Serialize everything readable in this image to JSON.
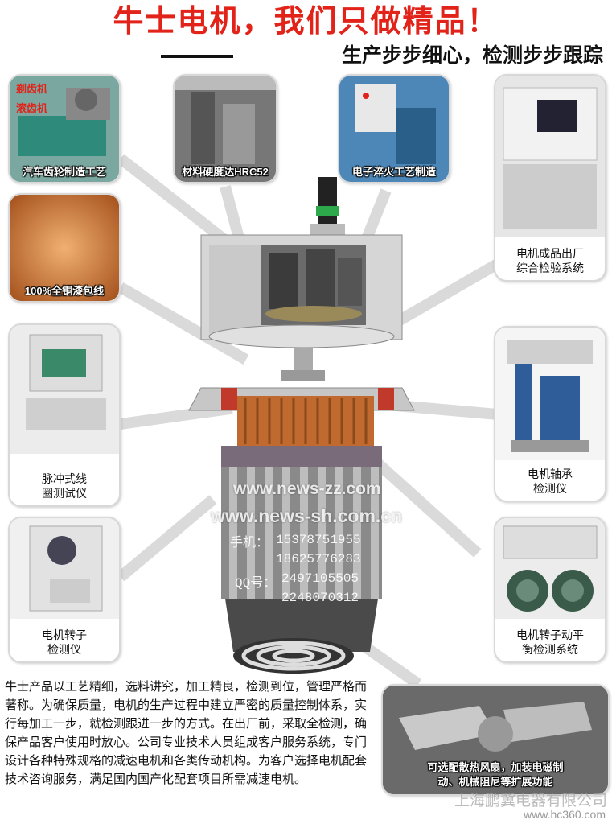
{
  "header": {
    "title": "牛士电机，我们只做精品！",
    "subtitle": "生产步步细心，检测步步跟踪"
  },
  "features": {
    "shaving": "剃齿机",
    "hobbing": "滚齿机",
    "gear_process": "汽车齿轮制造工艺",
    "hardness": "材料硬度达HRC52",
    "quench": "电子淬火工艺制造",
    "copper": "100%全铜漆包线",
    "factory_test": "电机成品出厂\n综合检验系统",
    "pulse_test": "脉冲式线\n圈测试仪",
    "bearing_test": "电机轴承\n检测仪",
    "rotor_test": "电机转子\n检测仪",
    "balance_test": "电机转子动平\n衡检测系统",
    "fan_option": "可选配散热风扇，加装电磁制\n动、机械阻尼等扩展功能"
  },
  "watermarks": {
    "site1": "www.news-zz.com",
    "site2": "www.news-sh.com.cn",
    "phone_label": "手机：",
    "phone1": "15378751955",
    "phone2": "18625776283",
    "qq_label": "QQ号：",
    "qq1": "2497105505",
    "qq2": "2248070312"
  },
  "description": "牛士产品以工艺精细，选料讲究，加工精良，检测到位，管理严格而著称。为确保质量，电机的生产过程中建立严密的质量控制体系，实行每加工一步，就检测跟进一步的方式。在出厂前，采取全检测，确保产品客户使用时放心。公司专业技术人员组成客户服务系统，专门设计各种特殊规格的减速电机和各类传动机构。为客户选择电机配套技术咨询服务，满足国内国产化配套项目所需减速电机。",
  "footer": {
    "company": "上海鹏冀电器有限公司",
    "website": "www.hc360.com"
  },
  "colors": {
    "headline": "#e2231a",
    "motor_body": "#8a8a8a",
    "copper": "#c06a30"
  }
}
